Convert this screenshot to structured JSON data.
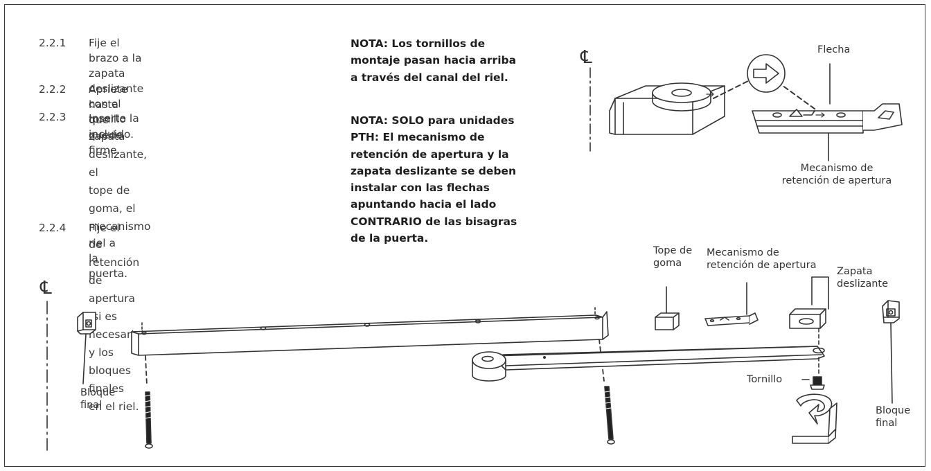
{
  "steps": [
    {
      "num": "2.2.1",
      "lines": [
        "Fije el brazo a la zapata",
        "deslizante con el tornillo incluido."
      ]
    },
    {
      "num": "2.2.2",
      "lines": [
        "Apriete hasta que quede firme."
      ]
    },
    {
      "num": "2.2.3",
      "lines": [
        "Inserte la zapata deslizante, el",
        "tope de goma, el mecanismo de",
        "retención de apertura (si es",
        "necesario), y los bloques finales",
        "en el riel."
      ]
    },
    {
      "num": "2.2.4",
      "lines": [
        "Fije el riel a la puerta."
      ]
    }
  ],
  "notes": [
    {
      "lines": [
        "NOTA:  Los tornillos de",
        "montaje pasan hacia arriba",
        "a través del canal del riel."
      ]
    },
    {
      "lines": [
        "NOTA:  SOLO para unidades",
        "PTH: El mecanismo de",
        "retención de apertura y la",
        "zapata deslizante se deben",
        "instalar con las flechas",
        "apuntando hacia el lado",
        "CONTRARIO de las bisagras",
        "de la puerta."
      ]
    }
  ],
  "labels": {
    "centerline": "℄",
    "flecha": "Flecha",
    "mecanismo_top": [
      "Mecanismo de",
      "retención de apertura"
    ],
    "tope": [
      "Tope de",
      "goma"
    ],
    "mecanismo_mid": [
      "Mecanismo de",
      "retención de apertura"
    ],
    "zapata": [
      "Zapata",
      "deslizante"
    ],
    "bloque_left": [
      "Bloque",
      "final"
    ],
    "bloque_right": [
      "Bloque",
      "final"
    ],
    "tornillo": "Tornillo"
  }
}
